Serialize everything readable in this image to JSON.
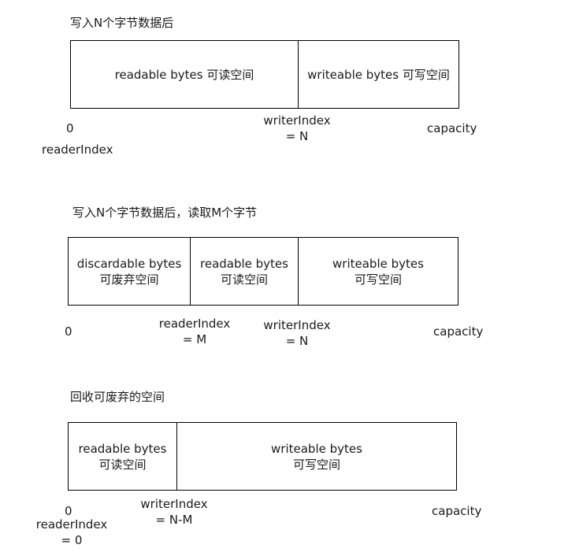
{
  "diagram1": {
    "title": "写入N个字节数据后",
    "segments": [
      {
        "line1": "readable bytes 可读空间"
      },
      {
        "line1": "writeable bytes 可写空间"
      }
    ],
    "labels": {
      "zero": "0",
      "reader_index": "readerIndex",
      "writer_index": "writerIndex",
      "writer_value": "= N",
      "capacity": "capacity"
    }
  },
  "diagram2": {
    "title": "写入N个字节数据后，读取M个字节",
    "segments": [
      {
        "line1": "discardable bytes",
        "line2": "可废弃空间"
      },
      {
        "line1": "readable bytes",
        "line2": "可读空间"
      },
      {
        "line1": "writeable bytes",
        "line2": "可写空间"
      }
    ],
    "labels": {
      "zero": "0",
      "reader_index": "readerIndex",
      "reader_value": "= M",
      "writer_index": "writerIndex",
      "writer_value": "= N",
      "capacity": "capacity"
    }
  },
  "diagram3": {
    "title": "回收可废弃的空间",
    "segments": [
      {
        "line1": "readable bytes",
        "line2": "可读空间"
      },
      {
        "line1": "writeable bytes",
        "line2": "可写空间"
      }
    ],
    "labels": {
      "zero": "0",
      "reader_index": "readerIndex",
      "reader_value": "= 0",
      "writer_index": "writerIndex",
      "writer_value": "= N-M",
      "capacity": "capacity"
    }
  }
}
